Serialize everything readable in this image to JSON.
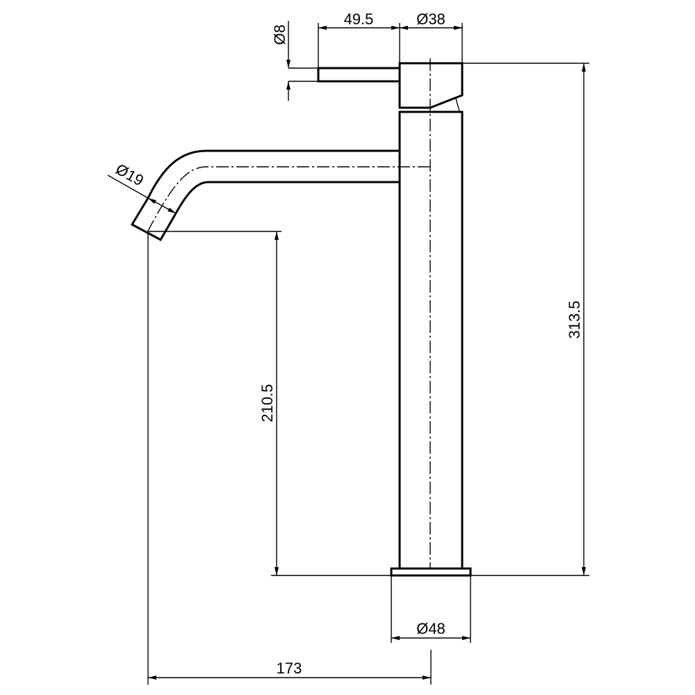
{
  "dimensions": {
    "handle_length": "49.5",
    "handle_diameter": "Ø8",
    "cap_diameter": "Ø38",
    "spout_diameter": "Ø19",
    "total_height": "313.5",
    "spout_height": "210.5",
    "base_diameter": "Ø48",
    "spout_reach": "173"
  }
}
